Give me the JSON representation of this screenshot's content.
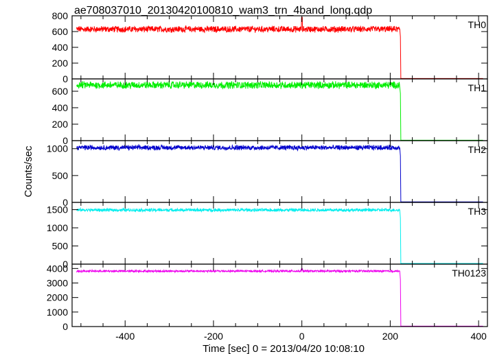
{
  "title": "ae708037010_20130420100810_wam3_trn_4band_long.qdp",
  "ylabel": "Counts/sec",
  "xlabel": "Time [sec] 0 = 2013/04/20 10:08:10",
  "xticks": [
    "-400",
    "-200",
    "0",
    "200",
    "400"
  ],
  "chart_data": {
    "type": "line",
    "title": "ae708037010_20130420100810_wam3_trn_4band_long.qdp",
    "xlabel": "Time [sec] 0 = 2013/04/20 10:08:10",
    "ylabel": "Counts/sec",
    "xlim": [
      -520,
      420
    ],
    "xtick_values": [
      -400,
      -200,
      0,
      200,
      400
    ],
    "drop_time": 222,
    "x_start": -510,
    "x_end": 410,
    "panels": [
      {
        "name": "TH0",
        "color": "#ff0000",
        "ylim": [
          0,
          800
        ],
        "ytick_values": [
          0,
          200,
          400,
          600,
          800
        ],
        "ytick_labels": [
          "0",
          "200",
          "400",
          "600",
          "800"
        ],
        "level_before": 630,
        "noise": 35,
        "level_after": 5,
        "spike_at_zero": 780
      },
      {
        "name": "TH1",
        "color": "#00ee00",
        "ylim": [
          0,
          750
        ],
        "ytick_values": [
          0,
          200,
          400,
          600
        ],
        "ytick_labels": [
          "0",
          "200",
          "400",
          "600"
        ],
        "level_before": 675,
        "noise": 38,
        "level_after": 5
      },
      {
        "name": "TH2",
        "color": "#0000cc",
        "ylim": [
          0,
          1150
        ],
        "ytick_values": [
          0,
          500,
          1000
        ],
        "ytick_labels": [
          "0",
          "500",
          "1000"
        ],
        "level_before": 1020,
        "noise": 40,
        "level_after": 10
      },
      {
        "name": "TH3",
        "color": "#00eeee",
        "ylim": [
          0,
          1700
        ],
        "ytick_values": [
          0,
          500,
          1000,
          1500
        ],
        "ytick_labels": [
          "0",
          "500",
          "1000",
          "1500"
        ],
        "level_before": 1490,
        "noise": 38,
        "level_after": 20
      },
      {
        "name": "TH0123",
        "color": "#ee00ee",
        "ylim": [
          0,
          4300
        ],
        "ytick_values": [
          0,
          1000,
          2000,
          3000,
          4000
        ],
        "ytick_labels": [
          "0",
          "1000",
          "2000",
          "3000",
          "4000"
        ],
        "level_before": 3820,
        "noise": 60,
        "level_after": 30,
        "spike_at_zero": 4000
      }
    ]
  }
}
